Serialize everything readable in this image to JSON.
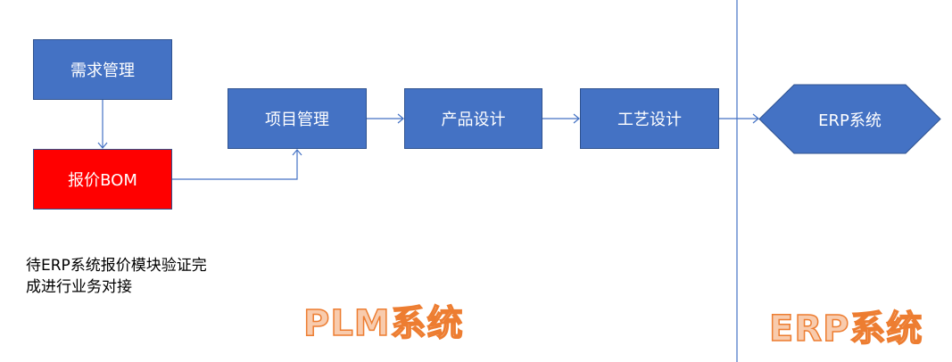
{
  "nodes": {
    "demand": {
      "label": "需求管理",
      "fill": "#4472c4"
    },
    "quote_bom": {
      "label": "报价BOM",
      "fill": "#ff0000"
    },
    "project": {
      "label": "项目管理",
      "fill": "#4472c4"
    },
    "product_design": {
      "label": "产品设计",
      "fill": "#4472c4"
    },
    "process_design": {
      "label": "工艺设计",
      "fill": "#4472c4"
    },
    "erp": {
      "label": "ERP系统",
      "fill": "#4472c4"
    }
  },
  "note": "待ERP系统报价模块验证完成进行业务对接",
  "regions": {
    "plm": "PLM系统",
    "erp": "ERP系统"
  },
  "edges": [
    {
      "from": "需求管理",
      "to": "报价BOM"
    },
    {
      "from": "报价BOM",
      "to": "项目管理"
    },
    {
      "from": "项目管理",
      "to": "产品设计"
    },
    {
      "from": "产品设计",
      "to": "工艺设计"
    },
    {
      "from": "工艺设计",
      "to": "ERP系统"
    }
  ],
  "colors": {
    "box": "#4472c4",
    "highlight": "#ff0000",
    "region_text": "#ed7d31",
    "line": "#4472c4"
  }
}
